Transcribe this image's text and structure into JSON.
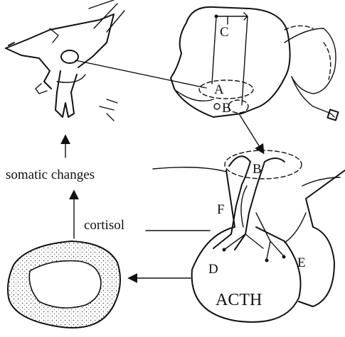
{
  "labels": {
    "A": "A",
    "B": "B",
    "B2": "B",
    "C": "C",
    "D": "D",
    "E": "E",
    "F": "F",
    "acth": "ACTH",
    "somatic_changes": "somatic changes",
    "cortisol": "cortisol"
  }
}
